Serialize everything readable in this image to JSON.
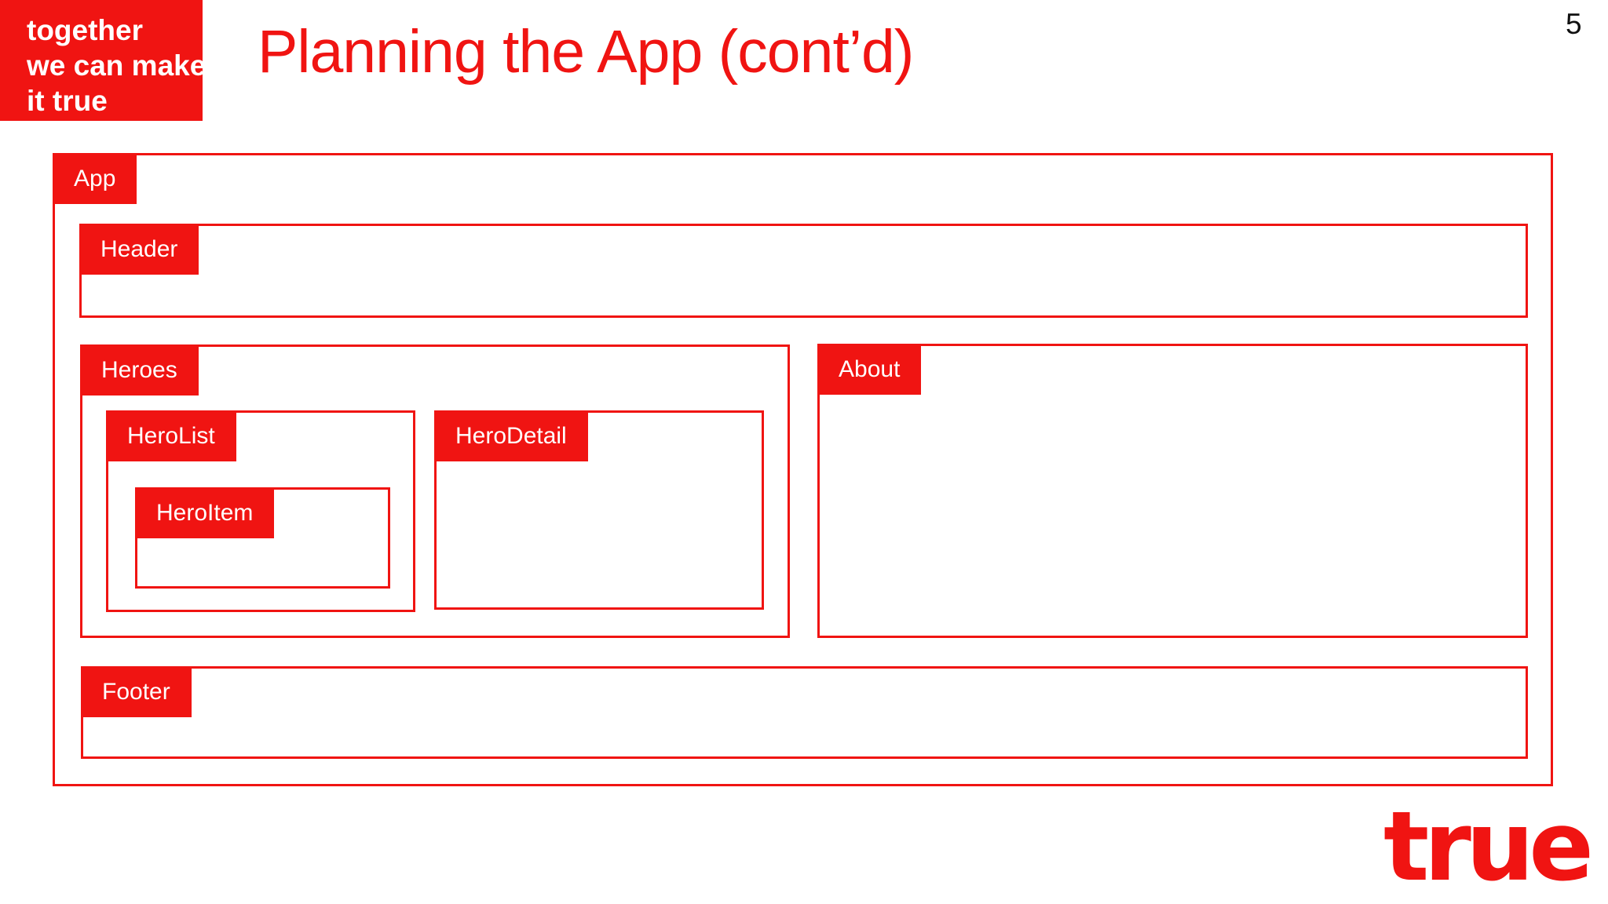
{
  "slide": {
    "page_number": "5",
    "title": "Planning the App (cont’d)",
    "brand_tagline": {
      "line1": "together",
      "line2": "we can make",
      "line3": "it true"
    },
    "logo_text": "true"
  },
  "colors": {
    "brand_red": "#F01412",
    "label_text": "#FFFFFF",
    "page_number_text": "#111111",
    "background": "#FFFFFF"
  },
  "diagram": {
    "boxes": [
      {
        "id": "app",
        "label": "App"
      },
      {
        "id": "header",
        "label": "Header"
      },
      {
        "id": "heroes",
        "label": "Heroes"
      },
      {
        "id": "herolist",
        "label": "HeroList"
      },
      {
        "id": "heroitem",
        "label": "HeroItem"
      },
      {
        "id": "herodetail",
        "label": "HeroDetail"
      },
      {
        "id": "about",
        "label": "About"
      },
      {
        "id": "footer",
        "label": "Footer"
      }
    ]
  }
}
